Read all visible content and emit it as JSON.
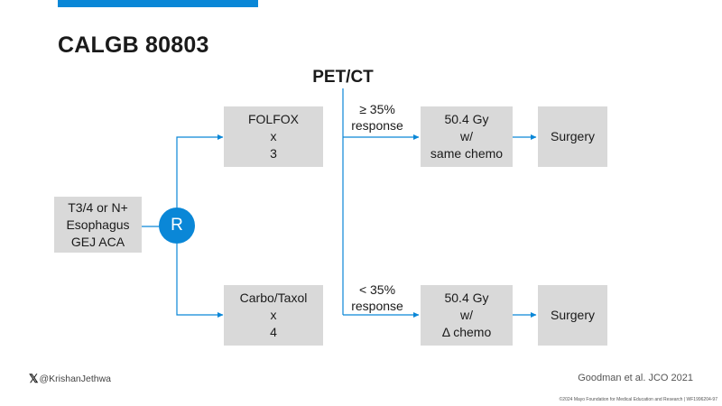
{
  "slide": {
    "title": "CALGB 80803",
    "pet_ct": "PET/CT",
    "accent_color": "#0a87d7",
    "box_color": "#d9d9d9"
  },
  "diagram": {
    "population": [
      "T3/4 or N+",
      "Esophagus",
      "GEJ ACA"
    ],
    "randomize": "R",
    "arm_top": [
      "FOLFOX",
      "x",
      "3"
    ],
    "arm_bottom": [
      "Carbo/Taxol",
      "x",
      "4"
    ],
    "response_high": [
      "≥ 35%",
      "response"
    ],
    "response_low": [
      "< 35%",
      "response"
    ],
    "rt_high": [
      "50.4 Gy",
      "w/",
      "same chemo"
    ],
    "rt_low": [
      "50.4 Gy",
      "w/",
      "Δ chemo"
    ],
    "surgery_top": "Surgery",
    "surgery_bottom": "Surgery"
  },
  "footer": {
    "x_icon": "x-logo-icon",
    "handle": "@KrishanJethwa",
    "citation": "Goodman et al. JCO 2021",
    "copyright": "©2024 Mayo Foundation for Medical Education and Research  |  WF1996204-97"
  }
}
